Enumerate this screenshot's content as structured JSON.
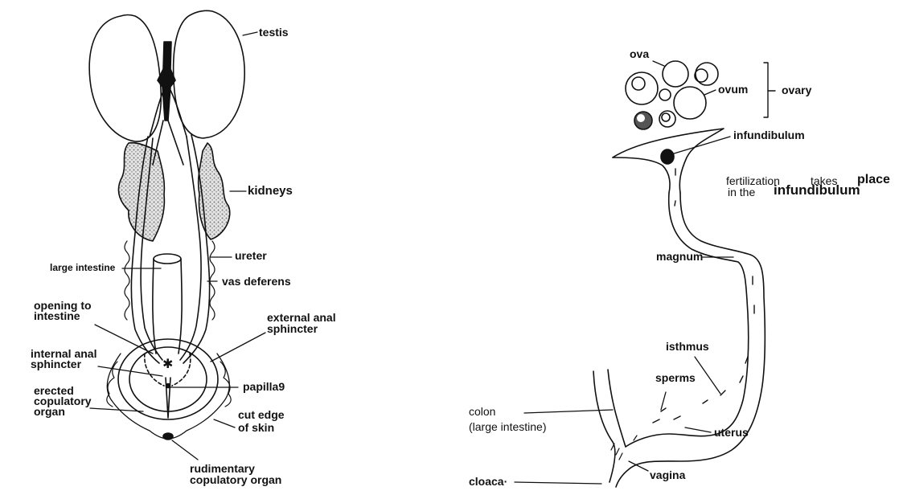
{
  "male": {
    "labels": {
      "testis": "testis",
      "kidneys": "kidneys",
      "ureter": "ureter",
      "large_intestine": "large intestine",
      "vas_deferens": "vas deferens",
      "opening_to_intestine": "opening to\nintestine",
      "external_anal_sphincter": "external anal\nsphincter",
      "internal_anal_sphincter": "internal anal\nsphincter",
      "papilla": "papilla9",
      "erected_copulatory_organ": "erected\ncopulatory\norgan",
      "cut_edge_of_skin": "cut edge\nof skin",
      "rudimentary_copulatory_organ": "rudimentary\ncopulatory organ"
    }
  },
  "female": {
    "labels": {
      "ova": "ova",
      "ovum": "ovum",
      "ovary": "ovary",
      "infundibulum": "infundibulum",
      "fertilization_1": "fertilization",
      "fertilization_2": "takes",
      "fertilization_3": "place",
      "fertilization_4": "in the",
      "fertilization_5": "infundibulum",
      "magnum": "magnum",
      "isthmus": "isthmus",
      "sperms": "sperms",
      "colon": "colon\n(large intestine)",
      "uterus": "uterus",
      "cloaca": "cloaca·",
      "vagina": "vagina"
    }
  },
  "colors": {
    "ink": "#111111",
    "paper": "#ffffff",
    "shade": "#9a9a9a"
  }
}
